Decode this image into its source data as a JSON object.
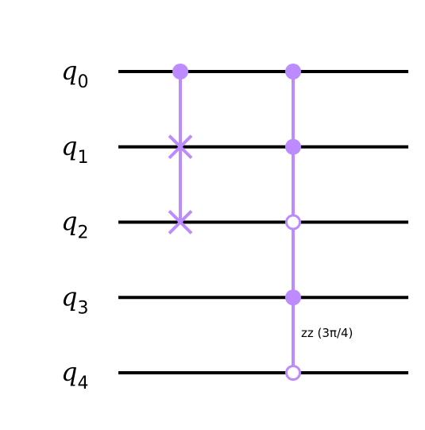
{
  "qubits": [
    {
      "label": "q",
      "index": "0"
    },
    {
      "label": "q",
      "index": "1"
    },
    {
      "label": "q",
      "index": "2"
    },
    {
      "label": "q",
      "index": "3"
    },
    {
      "label": "q",
      "index": "4"
    }
  ],
  "gates": [
    {
      "type": "swap",
      "controls": [
        0
      ],
      "targets": [
        1,
        2
      ]
    },
    {
      "type": "controlled-zz",
      "filled_controls": [
        0,
        1,
        3
      ],
      "open_controls": [
        2,
        4
      ],
      "label": "zz (3π/4)"
    }
  ],
  "colors": {
    "wire": "#000000",
    "gate": "#bb8bff",
    "background": "#ffffff"
  }
}
